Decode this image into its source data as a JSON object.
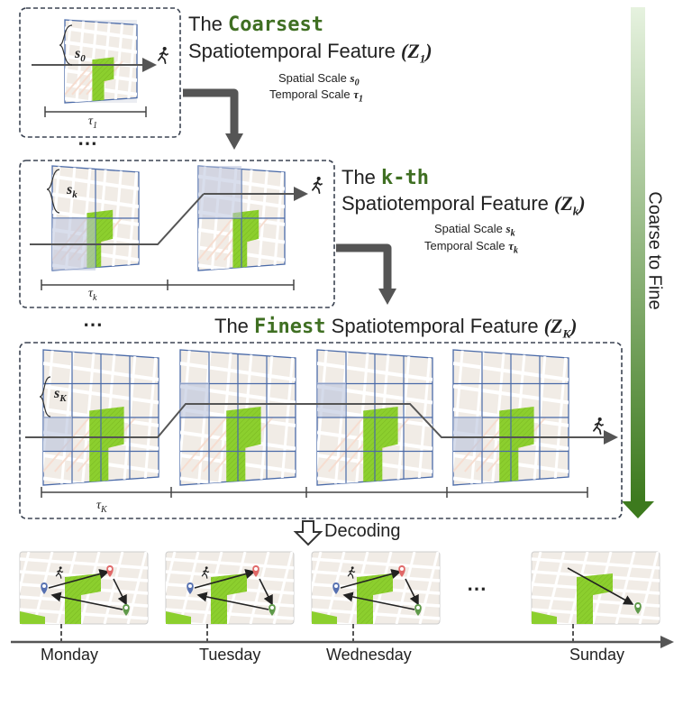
{
  "coarse": {
    "title_pre": "The",
    "title_kw": "Coarsest",
    "title_rest": "Spatiotemporal Feature",
    "title_sym": "(Z",
    "title_sub": "1",
    "title_close": ")",
    "spatial_label": "Spatial Scale",
    "spatial_sym": "s",
    "spatial_sub": "0",
    "temporal_label": "Temporal Scale",
    "temporal_sym": "τ",
    "temporal_sub": "1",
    "s_label": "s",
    "s_sub": "0",
    "tau_label": "τ",
    "tau_sub": "1"
  },
  "kth": {
    "title_pre": "The",
    "title_kw": "k-th",
    "title_rest": "Spatiotemporal Feature",
    "title_sym": "(Z",
    "title_sub": "k",
    "title_close": ")",
    "spatial_label": "Spatial Scale",
    "spatial_sym": "s",
    "spatial_sub": "k",
    "temporal_label": "Temporal Scale",
    "temporal_sym": "τ",
    "temporal_sub": "k",
    "s_label": "s",
    "s_sub": "k",
    "tau_label": "τ",
    "tau_sub": "k"
  },
  "finest": {
    "title_pre": "The",
    "title_kw": "Finest",
    "title_rest": "Spatiotemporal Feature",
    "title_sym": "(Z",
    "title_sub": "K",
    "title_close": ")",
    "s_label": "s",
    "s_sub": "K",
    "tau_label": "τ",
    "tau_sub": "K"
  },
  "ellipsis": "⋯",
  "side_label": "Coarse to Fine",
  "decoding_label": "Decoding",
  "days": [
    "Monday",
    "Tuesday",
    "Wednesday",
    "Sunday"
  ],
  "days_ellipsis": "⋯",
  "colors": {
    "park_green": "#8ccf2e",
    "arrow_green_dark": "#3d7a1e",
    "arrow_green_light": "#e6f2df",
    "grid_blue": "#4a6aa8",
    "map_bg": "#f1ece6",
    "pin_red": "#e06868",
    "pin_blue": "#5670b0",
    "pin_green": "#5f9a4a"
  },
  "icons": [
    "walker-icon",
    "location-pin-icon"
  ]
}
